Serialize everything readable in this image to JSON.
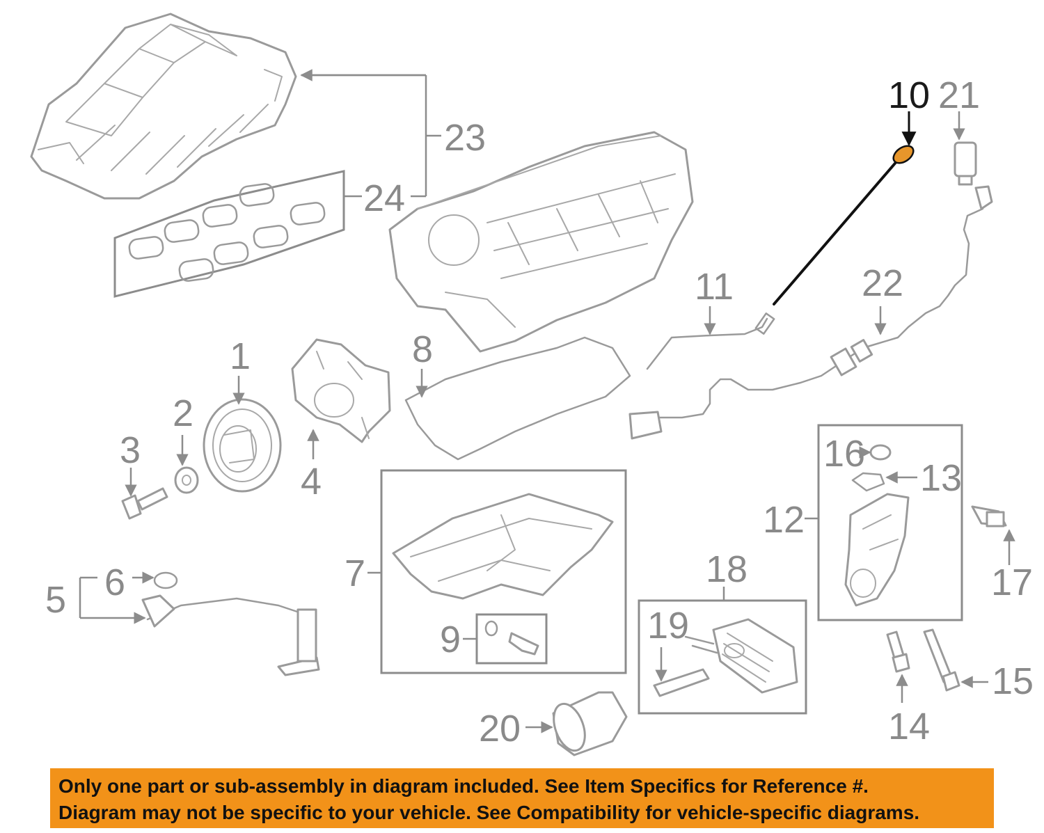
{
  "callouts": {
    "c1": "1",
    "c2": "2",
    "c3": "3",
    "c4": "4",
    "c5": "5",
    "c6": "6",
    "c7": "7",
    "c8": "8",
    "c9": "9",
    "c10": "10",
    "c11": "11",
    "c12": "12",
    "c13": "13",
    "c14": "14",
    "c15": "15",
    "c16": "16",
    "c17": "17",
    "c18": "18",
    "c19": "19",
    "c20": "20",
    "c21": "21",
    "c22": "22",
    "c23": "23",
    "c24": "24"
  },
  "highlighted_part": "10",
  "colors": {
    "banner": "#f29219",
    "highlight": "#e7962b",
    "line_art": "#9a9a9a"
  },
  "banner": {
    "line1": "Only one part or sub-assembly in diagram included. See Item Specifics for Reference #.",
    "line2": "Diagram may not be specific to your vehicle. See Compatibility for vehicle-specific diagrams."
  }
}
